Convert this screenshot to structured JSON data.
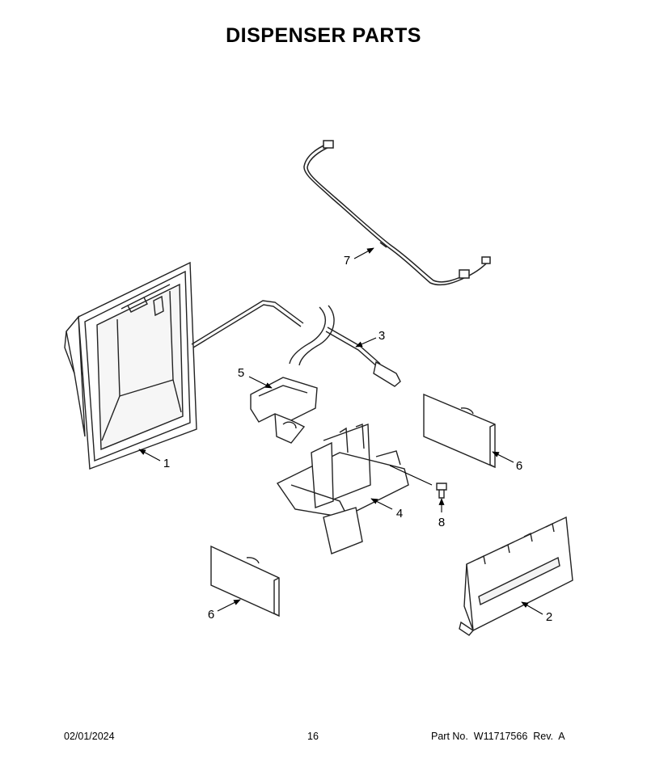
{
  "title": "DISPENSER PARTS",
  "callouts": [
    "1",
    "2",
    "3",
    "4",
    "5",
    "6",
    "6",
    "7",
    "8"
  ],
  "footer": {
    "date": "02/01/2024",
    "page": "16",
    "part_no": "Part No.  W11717566  Rev.  A"
  }
}
